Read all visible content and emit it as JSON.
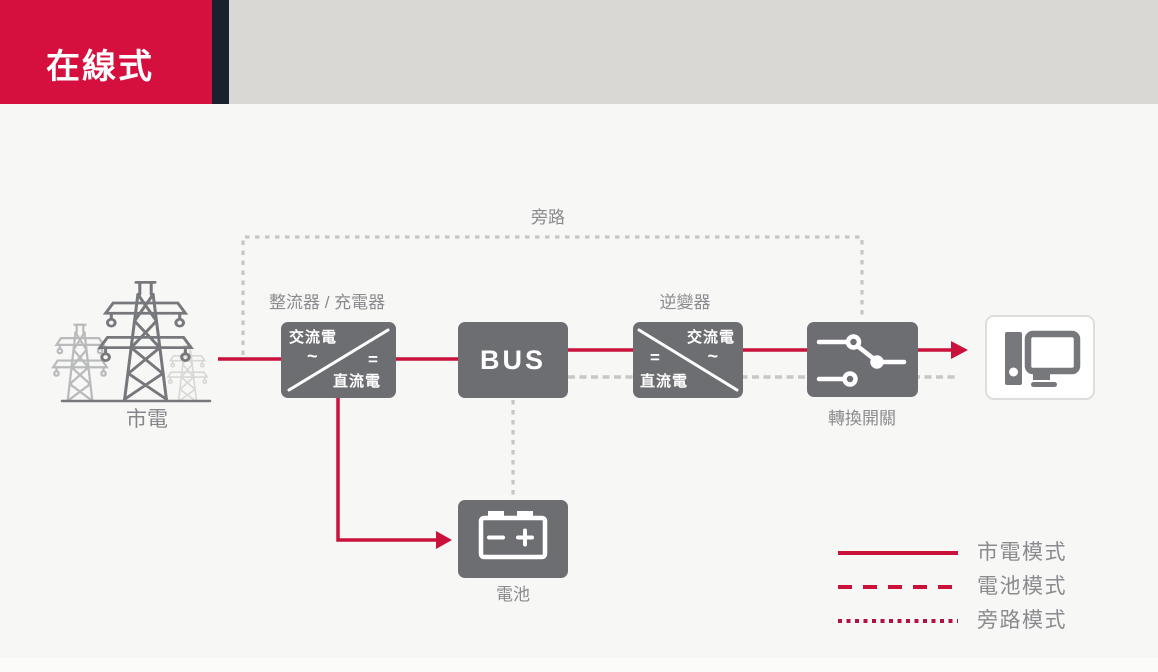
{
  "header": {
    "title": "在線式"
  },
  "diagram": {
    "bypass_label": "旁路",
    "utility_label": "市電",
    "rectifier_label": "整流器 / 充電器",
    "inverter_label": "逆變器",
    "switch_label": "轉換開關",
    "battery_label": "電池",
    "nodes": {
      "rectifier": {
        "ac": "交流電",
        "ac_symbol": "~",
        "dc_symbol": "=",
        "dc": "直流電"
      },
      "bus": {
        "label": "BUS"
      },
      "inverter": {
        "ac": "交流電",
        "ac_symbol": "~",
        "dc_symbol": "=",
        "dc": "直流電"
      }
    }
  },
  "legend": {
    "items": [
      {
        "label": "市電模式",
        "style": "solid",
        "color": "#C9113A"
      },
      {
        "label": "電池模式",
        "style": "dashed",
        "color": "#C9113A"
      },
      {
        "label": "旁路模式",
        "style": "dotted",
        "color": "#B01244"
      }
    ]
  },
  "colors": {
    "accent_red": "#C9113A",
    "banner_red": "#D50F3E",
    "header_stripe": "#1B202E",
    "header_band": "#D9D8D5",
    "node_gray": "#6D6E71",
    "dash_gray": "#C7C7C6",
    "label_gray": "#8A8B8E",
    "tower_gray": "#77787B",
    "page_bg": "#F7F7F6"
  }
}
